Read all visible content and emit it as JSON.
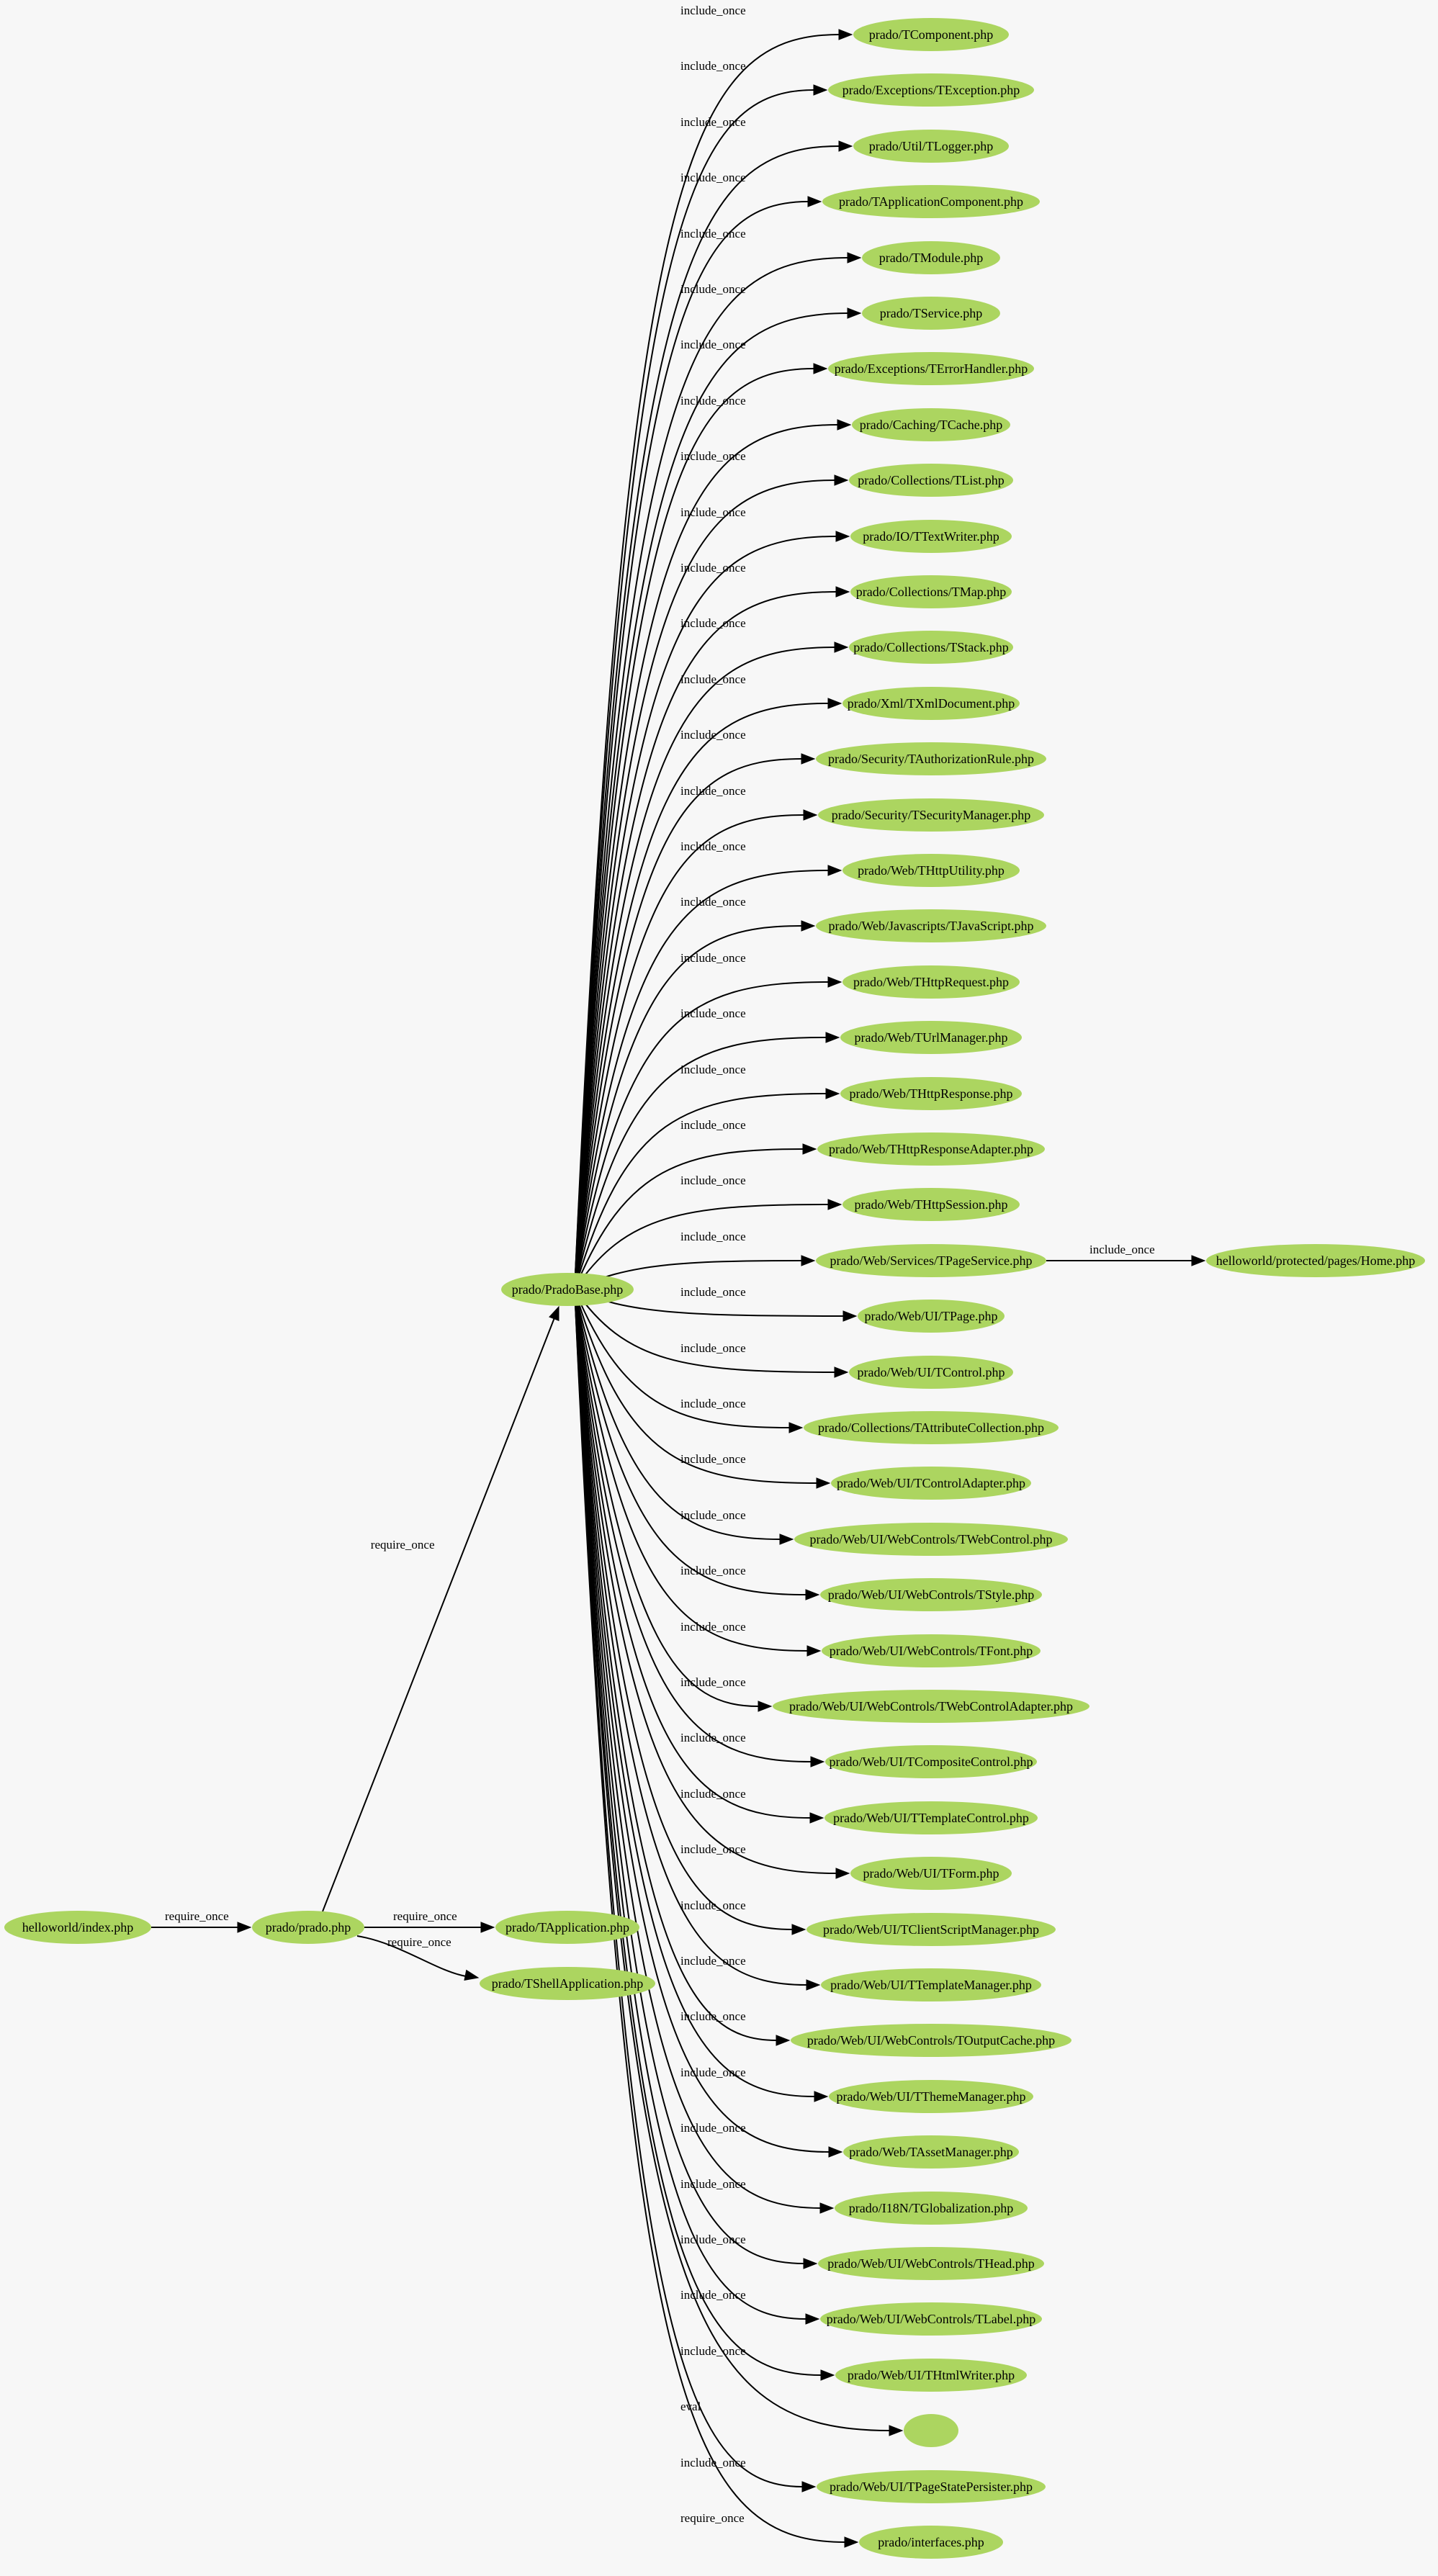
{
  "nodes": [
    {
      "id": "index",
      "label": "helloworld/index.php"
    },
    {
      "id": "prado",
      "label": "prado/prado.php"
    },
    {
      "id": "pradobase",
      "label": "prado/PradoBase.php"
    },
    {
      "id": "tapp",
      "label": "prado/TApplication.php"
    },
    {
      "id": "tshell",
      "label": "prado/TShellApplication.php"
    },
    {
      "id": "home",
      "label": "helloworld/protected/pages/Home.php"
    },
    {
      "id": "t0",
      "label": "prado/TComponent.php"
    },
    {
      "id": "t1",
      "label": "prado/Exceptions/TException.php"
    },
    {
      "id": "t2",
      "label": "prado/Util/TLogger.php"
    },
    {
      "id": "t3",
      "label": "prado/TApplicationComponent.php"
    },
    {
      "id": "t4",
      "label": "prado/TModule.php"
    },
    {
      "id": "t5",
      "label": "prado/TService.php"
    },
    {
      "id": "t6",
      "label": "prado/Exceptions/TErrorHandler.php"
    },
    {
      "id": "t7",
      "label": "prado/Caching/TCache.php"
    },
    {
      "id": "t8",
      "label": "prado/Collections/TList.php"
    },
    {
      "id": "t9",
      "label": "prado/IO/TTextWriter.php"
    },
    {
      "id": "t10",
      "label": "prado/Collections/TMap.php"
    },
    {
      "id": "t11",
      "label": "prado/Collections/TStack.php"
    },
    {
      "id": "t12",
      "label": "prado/Xml/TXmlDocument.php"
    },
    {
      "id": "t13",
      "label": "prado/Security/TAuthorizationRule.php"
    },
    {
      "id": "t14",
      "label": "prado/Security/TSecurityManager.php"
    },
    {
      "id": "t15",
      "label": "prado/Web/THttpUtility.php"
    },
    {
      "id": "t16",
      "label": "prado/Web/Javascripts/TJavaScript.php"
    },
    {
      "id": "t17",
      "label": "prado/Web/THttpRequest.php"
    },
    {
      "id": "t18",
      "label": "prado/Web/TUrlManager.php"
    },
    {
      "id": "t19",
      "label": "prado/Web/THttpResponse.php"
    },
    {
      "id": "t20",
      "label": "prado/Web/THttpResponseAdapter.php"
    },
    {
      "id": "t21",
      "label": "prado/Web/THttpSession.php"
    },
    {
      "id": "t22",
      "label": "prado/Web/Services/TPageService.php"
    },
    {
      "id": "t23",
      "label": "prado/Web/UI/TPage.php"
    },
    {
      "id": "t24",
      "label": "prado/Web/UI/TControl.php"
    },
    {
      "id": "t25",
      "label": "prado/Collections/TAttributeCollection.php"
    },
    {
      "id": "t26",
      "label": "prado/Web/UI/TControlAdapter.php"
    },
    {
      "id": "t27",
      "label": "prado/Web/UI/WebControls/TWebControl.php"
    },
    {
      "id": "t28",
      "label": "prado/Web/UI/WebControls/TStyle.php"
    },
    {
      "id": "t29",
      "label": "prado/Web/UI/WebControls/TFont.php"
    },
    {
      "id": "t30",
      "label": "prado/Web/UI/WebControls/TWebControlAdapter.php"
    },
    {
      "id": "t31",
      "label": "prado/Web/UI/TCompositeControl.php"
    },
    {
      "id": "t32",
      "label": "prado/Web/UI/TTemplateControl.php"
    },
    {
      "id": "t33",
      "label": "prado/Web/UI/TForm.php"
    },
    {
      "id": "t34",
      "label": "prado/Web/UI/TClientScriptManager.php"
    },
    {
      "id": "t35",
      "label": "prado/Web/UI/TTemplateManager.php"
    },
    {
      "id": "t36",
      "label": "prado/Web/UI/WebControls/TOutputCache.php"
    },
    {
      "id": "t37",
      "label": "prado/Web/UI/TThemeManager.php"
    },
    {
      "id": "t38",
      "label": "prado/Web/TAssetManager.php"
    },
    {
      "id": "t39",
      "label": "prado/I18N/TGlobalization.php"
    },
    {
      "id": "t40",
      "label": "prado/Web/UI/WebControls/THead.php"
    },
    {
      "id": "t41",
      "label": "prado/Web/UI/WebControls/TLabel.php"
    },
    {
      "id": "t42",
      "label": "prado/Web/UI/THtmlWriter.php"
    },
    {
      "id": "t43",
      "label": ""
    },
    {
      "id": "t44",
      "label": "prado/Web/UI/TPageStatePersister.php"
    },
    {
      "id": "t45",
      "label": "prado/interfaces.php"
    }
  ],
  "edges": [
    {
      "from": "index",
      "to": "prado",
      "label": "require_once"
    },
    {
      "from": "prado",
      "to": "pradobase",
      "label": "require_once"
    },
    {
      "from": "prado",
      "to": "tapp",
      "label": "require_once"
    },
    {
      "from": "prado",
      "to": "tshell",
      "label": "require_once"
    },
    {
      "from": "t22",
      "to": "home",
      "label": "include_once"
    },
    {
      "from": "pradobase",
      "to": "t0",
      "label": "include_once"
    },
    {
      "from": "pradobase",
      "to": "t1",
      "label": "include_once"
    },
    {
      "from": "pradobase",
      "to": "t2",
      "label": "include_once"
    },
    {
      "from": "pradobase",
      "to": "t3",
      "label": "include_once"
    },
    {
      "from": "pradobase",
      "to": "t4",
      "label": "include_once"
    },
    {
      "from": "pradobase",
      "to": "t5",
      "label": "include_once"
    },
    {
      "from": "pradobase",
      "to": "t6",
      "label": "include_once"
    },
    {
      "from": "pradobase",
      "to": "t7",
      "label": "include_once"
    },
    {
      "from": "pradobase",
      "to": "t8",
      "label": "include_once"
    },
    {
      "from": "pradobase",
      "to": "t9",
      "label": "include_once"
    },
    {
      "from": "pradobase",
      "to": "t10",
      "label": "include_once"
    },
    {
      "from": "pradobase",
      "to": "t11",
      "label": "include_once"
    },
    {
      "from": "pradobase",
      "to": "t12",
      "label": "include_once"
    },
    {
      "from": "pradobase",
      "to": "t13",
      "label": "include_once"
    },
    {
      "from": "pradobase",
      "to": "t14",
      "label": "include_once"
    },
    {
      "from": "pradobase",
      "to": "t15",
      "label": "include_once"
    },
    {
      "from": "pradobase",
      "to": "t16",
      "label": "include_once"
    },
    {
      "from": "pradobase",
      "to": "t17",
      "label": "include_once"
    },
    {
      "from": "pradobase",
      "to": "t18",
      "label": "include_once"
    },
    {
      "from": "pradobase",
      "to": "t19",
      "label": "include_once"
    },
    {
      "from": "pradobase",
      "to": "t20",
      "label": "include_once"
    },
    {
      "from": "pradobase",
      "to": "t21",
      "label": "include_once"
    },
    {
      "from": "pradobase",
      "to": "t22",
      "label": "include_once"
    },
    {
      "from": "pradobase",
      "to": "t23",
      "label": "include_once"
    },
    {
      "from": "pradobase",
      "to": "t24",
      "label": "include_once"
    },
    {
      "from": "pradobase",
      "to": "t25",
      "label": "include_once"
    },
    {
      "from": "pradobase",
      "to": "t26",
      "label": "include_once"
    },
    {
      "from": "pradobase",
      "to": "t27",
      "label": "include_once"
    },
    {
      "from": "pradobase",
      "to": "t28",
      "label": "include_once"
    },
    {
      "from": "pradobase",
      "to": "t29",
      "label": "include_once"
    },
    {
      "from": "pradobase",
      "to": "t30",
      "label": "include_once"
    },
    {
      "from": "pradobase",
      "to": "t31",
      "label": "include_once"
    },
    {
      "from": "pradobase",
      "to": "t32",
      "label": "include_once"
    },
    {
      "from": "pradobase",
      "to": "t33",
      "label": "include_once"
    },
    {
      "from": "pradobase",
      "to": "t34",
      "label": "include_once"
    },
    {
      "from": "pradobase",
      "to": "t35",
      "label": "include_once"
    },
    {
      "from": "pradobase",
      "to": "t36",
      "label": "include_once"
    },
    {
      "from": "pradobase",
      "to": "t37",
      "label": "include_once"
    },
    {
      "from": "pradobase",
      "to": "t38",
      "label": "include_once"
    },
    {
      "from": "pradobase",
      "to": "t39",
      "label": "include_once"
    },
    {
      "from": "pradobase",
      "to": "t40",
      "label": "include_once"
    },
    {
      "from": "pradobase",
      "to": "t41",
      "label": "include_once"
    },
    {
      "from": "pradobase",
      "to": "t42",
      "label": "include_once"
    },
    {
      "from": "pradobase",
      "to": "t43",
      "label": "eval"
    },
    {
      "from": "pradobase",
      "to": "t44",
      "label": "include_once"
    },
    {
      "from": "pradobase",
      "to": "t45",
      "label": "require_once"
    }
  ],
  "colors": {
    "background": "#f7f7f7",
    "node_fill": "#acd560",
    "edge": "#000000"
  }
}
